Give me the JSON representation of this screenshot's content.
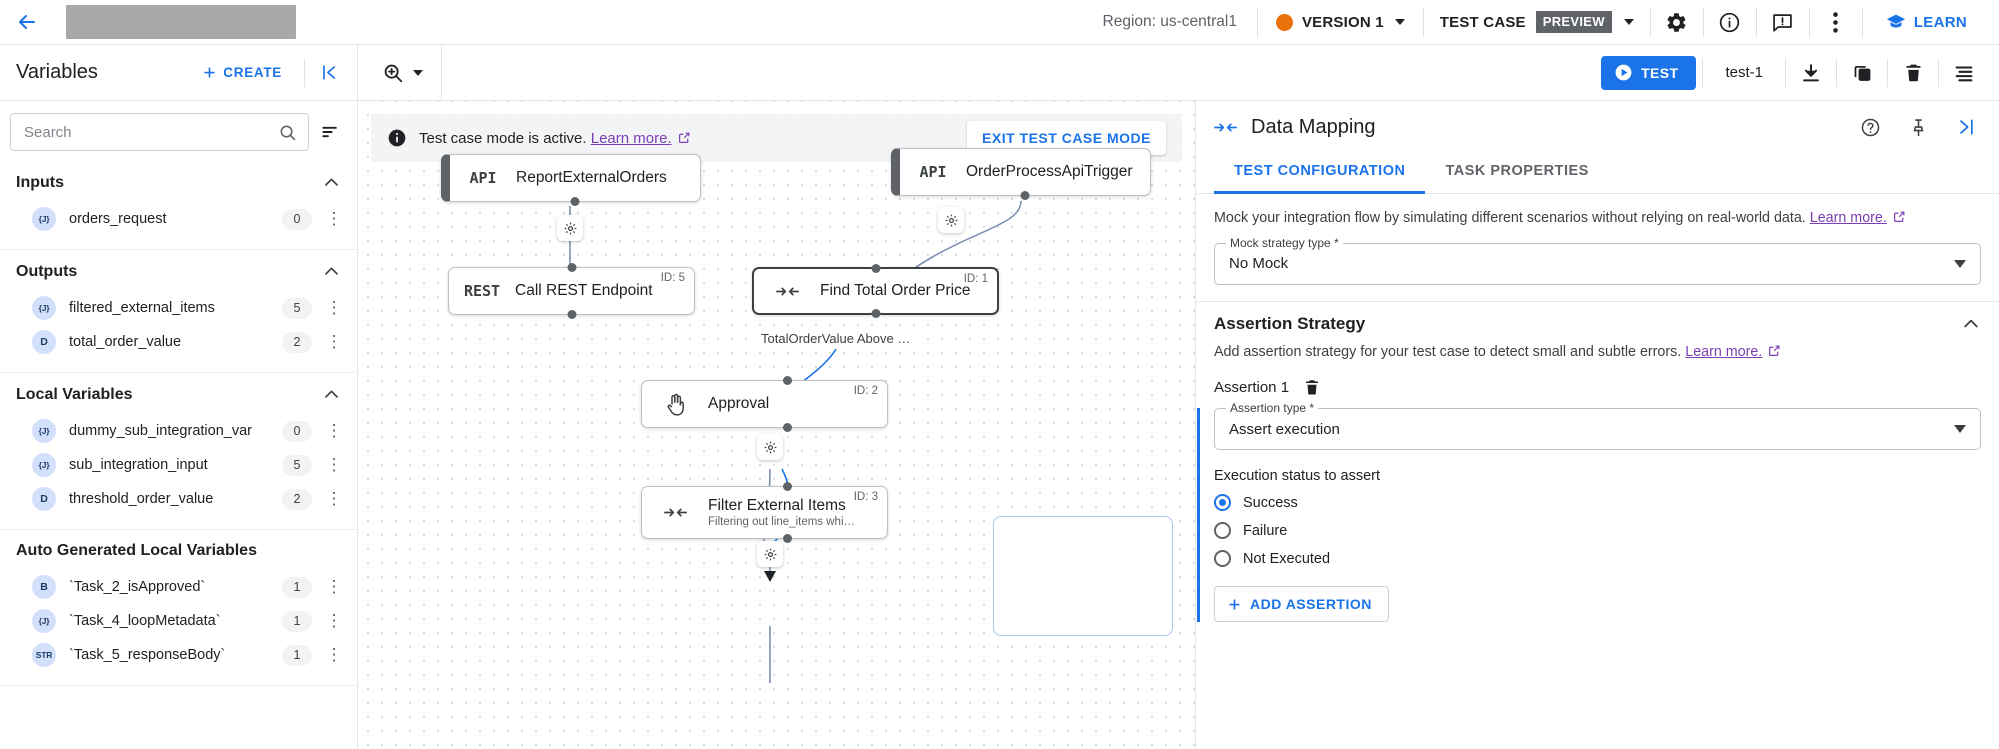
{
  "topbar": {
    "back_icon": "arrow-left-icon",
    "region": "Region: us-central1",
    "version_label": "VERSION 1",
    "version_dot_color": "#e8710a",
    "testcase_label": "TEST CASE",
    "preview_badge": "PREVIEW",
    "icons": [
      "gear-icon",
      "info-icon",
      "feedback-icon",
      "overflow-menu-icon"
    ],
    "learn_label": "LEARN"
  },
  "row2": {
    "variables_title": "Variables",
    "create_label": "CREATE",
    "collapse_icon": "collapse-left-icon",
    "zoom_icon": "zoom-icon",
    "test_label": "TEST",
    "test_name": "test-1",
    "icons": [
      "download-icon",
      "copy-icon",
      "delete-icon",
      "list-icon"
    ]
  },
  "sidebar": {
    "search": {
      "placeholder": "Search",
      "value": ""
    },
    "sort_icon": "sort-icon",
    "sections": [
      {
        "title": "Inputs",
        "expanded": true,
        "items": [
          {
            "badge": "{J}",
            "name": "orders_request",
            "count": "0"
          }
        ]
      },
      {
        "title": "Outputs",
        "expanded": true,
        "items": [
          {
            "badge": "{J}",
            "name": "filtered_external_items",
            "count": "5"
          },
          {
            "badge": "D",
            "name": "total_order_value",
            "count": "2"
          }
        ]
      },
      {
        "title": "Local Variables",
        "expanded": true,
        "items": [
          {
            "badge": "{J}",
            "name": "dummy_sub_integration_var",
            "count": "0"
          },
          {
            "badge": "{J}",
            "name": "sub_integration_input",
            "count": "5"
          },
          {
            "badge": "D",
            "name": "threshold_order_value",
            "count": "2"
          }
        ]
      },
      {
        "title": "Auto Generated Local Variables",
        "expanded": false,
        "items": [
          {
            "badge": "B",
            "name": "`Task_2_isApproved`",
            "count": "1"
          },
          {
            "badge": "{J}",
            "name": "`Task_4_loopMetadata`",
            "count": "1"
          },
          {
            "badge": "STR",
            "name": "`Task_5_responseBody`",
            "count": "1"
          }
        ]
      }
    ]
  },
  "canvas": {
    "banner": {
      "icon": "info-icon",
      "text": "Test case mode is active.",
      "link": "Learn more.",
      "exit_button": "EXIT TEST CASE MODE"
    },
    "nodes": [
      {
        "icon": "API",
        "title": "ReportExternalOrders",
        "subtitle": "",
        "id": ""
      },
      {
        "icon": "API",
        "title": "OrderProcessApiTrigger",
        "subtitle": "",
        "id": ""
      },
      {
        "icon": "REST",
        "title": "Call REST Endpoint",
        "subtitle": "",
        "id": "ID: 5"
      },
      {
        "icon": "mapping",
        "title": "Find Total Order Price",
        "subtitle": "",
        "id": "ID: 1"
      },
      {
        "icon": "approval",
        "title": "Approval",
        "subtitle": "",
        "id": "ID: 2"
      },
      {
        "icon": "mapping",
        "title": "Filter External Items",
        "subtitle": "Filtering out line_items whi…",
        "id": "ID: 3"
      }
    ],
    "edge_label": "TotalOrderValue Above …"
  },
  "rightpanel": {
    "title": "Data Mapping",
    "header_icons": [
      "help-icon",
      "pin-icon",
      "collapse-right-icon"
    ],
    "tabs": [
      {
        "label": "TEST CONFIGURATION",
        "active": true
      },
      {
        "label": "TASK PROPERTIES",
        "active": false
      }
    ],
    "mock": {
      "description": "Mock your integration flow by simulating different scenarios without relying on real-world data.",
      "link": "Learn more.",
      "field_label": "Mock strategy type *",
      "field_value": "No Mock"
    },
    "assertion": {
      "section_title": "Assertion Strategy",
      "description": "Add assertion strategy for your test case to detect small and subtle errors.",
      "link": "Learn more.",
      "item_label": "Assertion 1",
      "delete_icon": "delete-icon",
      "type_label": "Assertion type *",
      "type_value": "Assert execution",
      "status_label": "Execution status to assert",
      "options": [
        {
          "label": "Success",
          "selected": true
        },
        {
          "label": "Failure",
          "selected": false
        },
        {
          "label": "Not Executed",
          "selected": false
        }
      ],
      "add_label": "ADD ASSERTION"
    }
  },
  "colors": {
    "accent": "#1a73e8",
    "link_visited": "#7b3fb5",
    "version_dot": "#e8710a"
  }
}
